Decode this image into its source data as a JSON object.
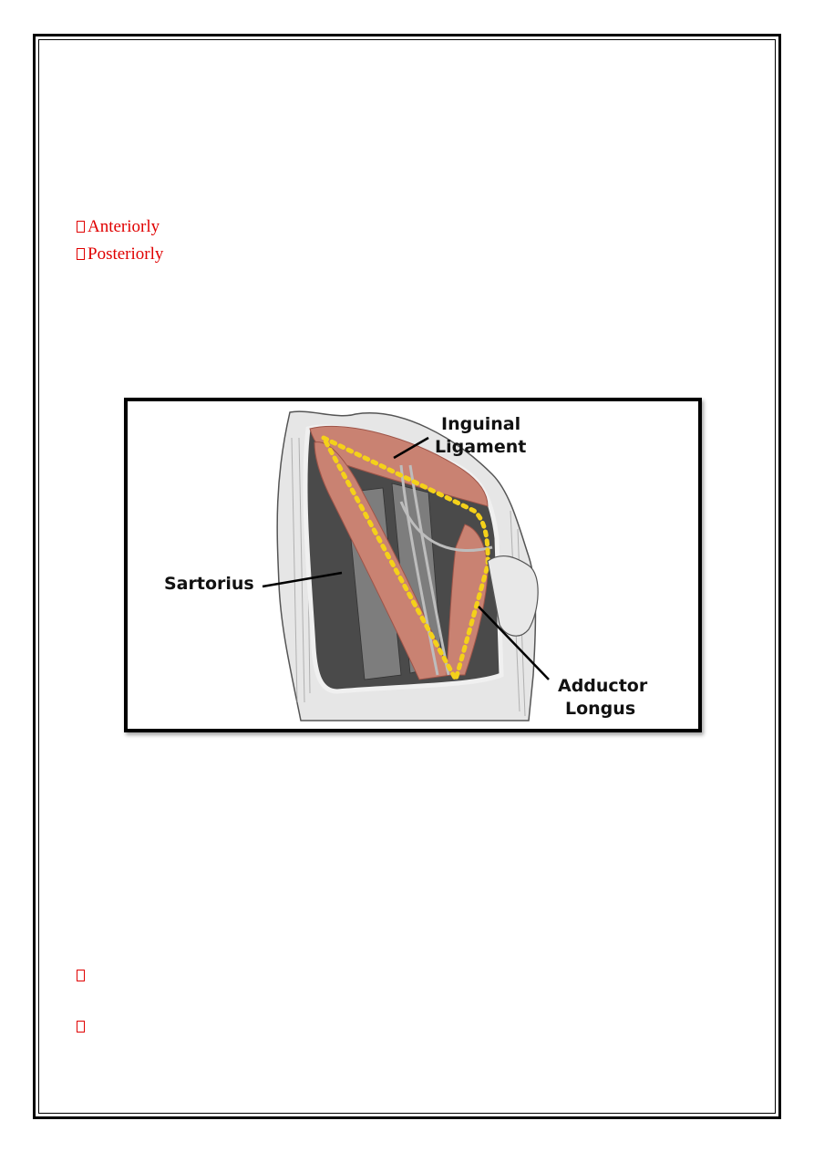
{
  "bullets_top": [
    {
      "text": "Anteriorly"
    },
    {
      "text": "Posteriorly"
    }
  ],
  "bullets_bottom": [
    {
      "text": ""
    },
    {
      "text": ""
    }
  ],
  "figure": {
    "labels": {
      "inguinal_1": "Inguinal",
      "inguinal_2": "Ligament",
      "sartorius": "Sartorius",
      "adductor_1": "Adductor",
      "adductor_2": "Longus"
    },
    "colors": {
      "muscle": "#c98272",
      "muscle_dark": "#9e5448",
      "triangle_outline": "#f4d11a",
      "skin": "#e8e8e8"
    }
  }
}
